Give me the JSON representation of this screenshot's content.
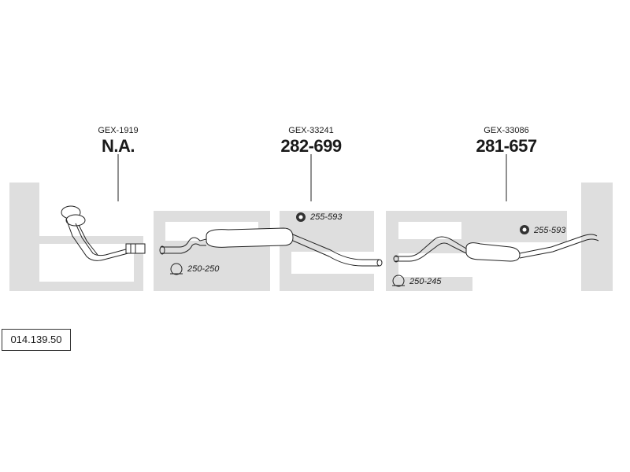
{
  "diagram": {
    "reference": "014.139.50",
    "watermark_colour": "#dedede",
    "components": [
      {
        "code": "GEX-1919",
        "part": "N.A."
      },
      {
        "code": "GEX-33241",
        "part": "282-699"
      },
      {
        "code": "GEX-33086",
        "part": "281-657"
      }
    ],
    "fittings": [
      {
        "label": "250-250",
        "icon": "clamp-icon"
      },
      {
        "label": "255-593",
        "icon": "rubber-mount-icon"
      },
      {
        "label": "250-245",
        "icon": "clamp-icon"
      },
      {
        "label": "255-593",
        "icon": "rubber-mount-icon"
      }
    ]
  }
}
